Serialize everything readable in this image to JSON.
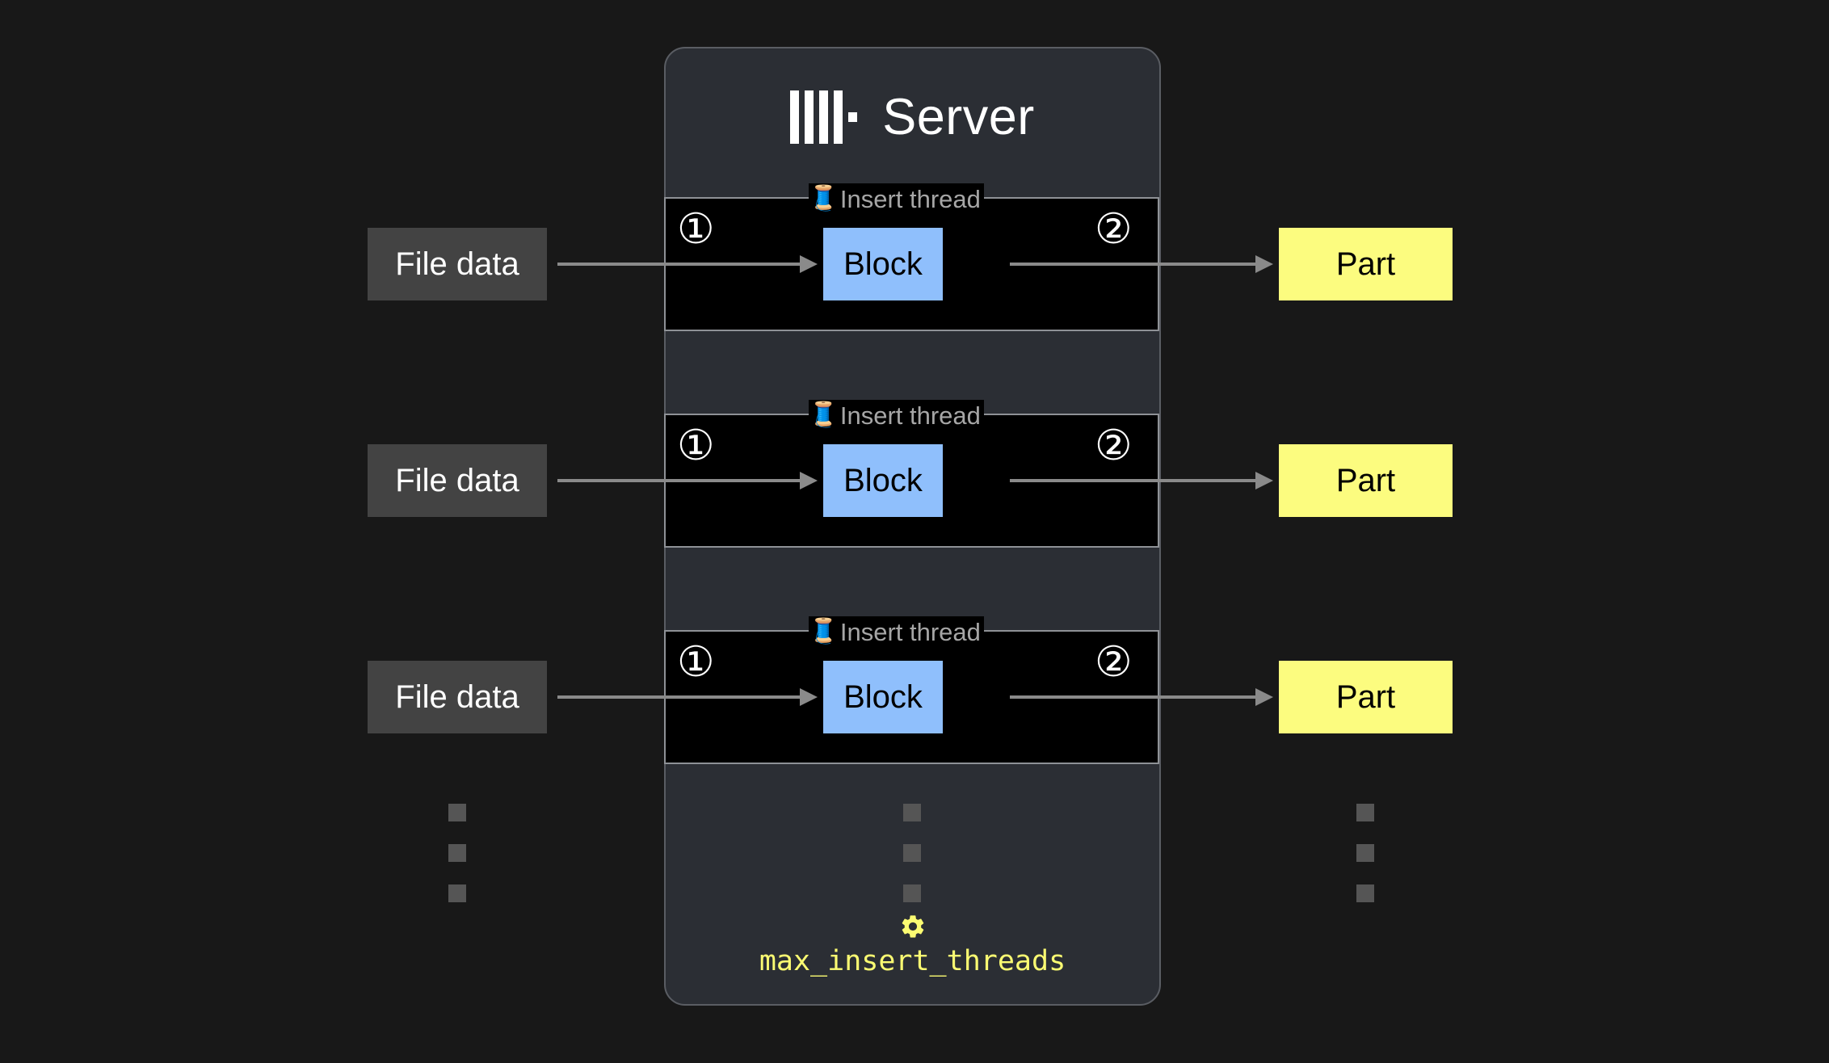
{
  "page": {
    "background_color": "#181818",
    "title": "ClickHouse Server insert threads diagram"
  },
  "server": {
    "title": "Server",
    "logo_icon": "clickhouse-logo-icon",
    "panel_color": "#2b2e34",
    "border_color": "#5a5d63"
  },
  "rows": [
    {
      "thread_label": "Insert thread",
      "thread_icon": "thread-spool-icon",
      "thread_emoji": "🧵",
      "source_label": "File data",
      "block_label": "Block",
      "output_label": "Part",
      "step_in": "①",
      "step_out": "②"
    },
    {
      "thread_label": "Insert thread",
      "thread_icon": "thread-spool-icon",
      "thread_emoji": "🧵",
      "source_label": "File data",
      "block_label": "Block",
      "output_label": "Part",
      "step_in": "①",
      "step_out": "②"
    },
    {
      "thread_label": "Insert thread",
      "thread_icon": "thread-spool-icon",
      "thread_emoji": "🧵",
      "source_label": "File data",
      "block_label": "Block",
      "output_label": "Part",
      "step_in": "①",
      "step_out": "②"
    }
  ],
  "ellipsis": {
    "count": 3,
    "color": "#555555"
  },
  "setting": {
    "icon": "gear-icon",
    "name": "max_insert_threads",
    "color": "#fbfb72"
  },
  "colors": {
    "block": "#8fbffc",
    "part": "#fcfc7f",
    "file_data": "#434343",
    "arrow": "#8a8a8a",
    "thread_box_fill": "#000000",
    "thread_box_border": "#8e9196",
    "thread_label_text": "#a6a6a6"
  }
}
